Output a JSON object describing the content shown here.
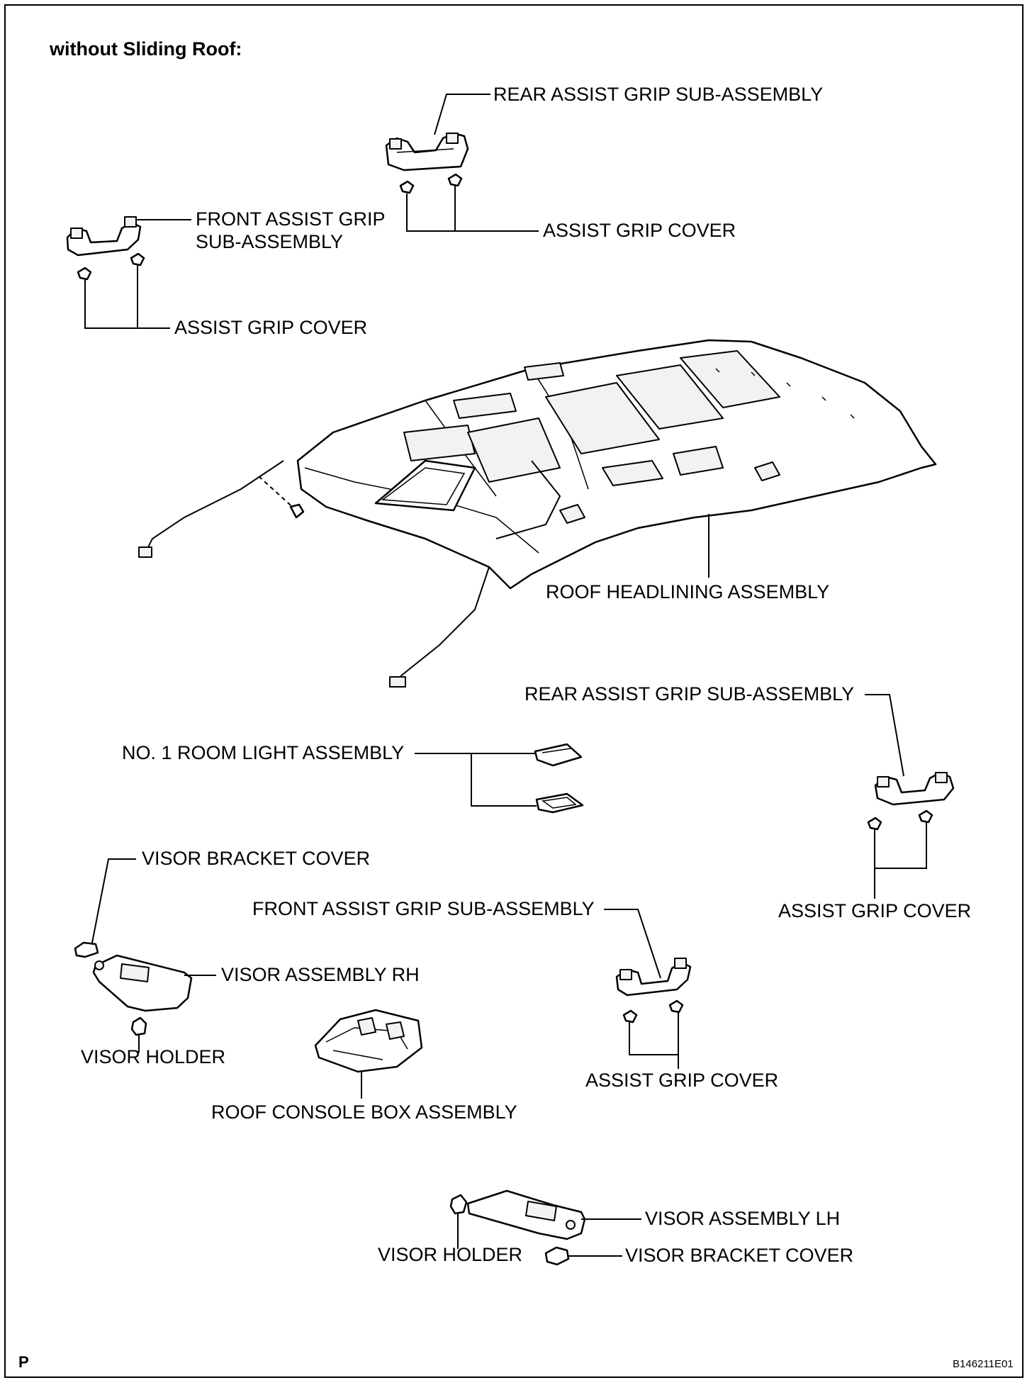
{
  "diagram": {
    "title": "without Sliding Roof:",
    "corner_mark": "P",
    "figure_code": "B146211E01",
    "labels": {
      "rear_grip_top": "REAR ASSIST GRIP SUB-ASSEMBLY",
      "grip_cover_top": "ASSIST GRIP COVER",
      "front_grip_top_line1": "FRONT ASSIST GRIP",
      "front_grip_top_line2": "SUB-ASSEMBLY",
      "grip_cover_left": "ASSIST GRIP COVER",
      "roof_headlining": "ROOF HEADLINING ASSEMBLY",
      "rear_grip_right": "REAR ASSIST GRIP SUB-ASSEMBLY",
      "room_light": "NO. 1 ROOM LIGHT ASSEMBLY",
      "grip_cover_right": "ASSIST GRIP COVER",
      "visor_bracket_cover_rh": "VISOR BRACKET COVER",
      "front_grip_mid": "FRONT ASSIST GRIP SUB-ASSEMBLY",
      "visor_rh": "VISOR ASSEMBLY RH",
      "visor_holder_rh": "VISOR HOLDER",
      "grip_cover_mid": "ASSIST GRIP COVER",
      "roof_console": "ROOF CONSOLE BOX ASSEMBLY",
      "visor_lh": "VISOR ASSEMBLY LH",
      "visor_holder_lh": "VISOR HOLDER",
      "visor_bracket_cover_lh": "VISOR BRACKET COVER"
    }
  }
}
